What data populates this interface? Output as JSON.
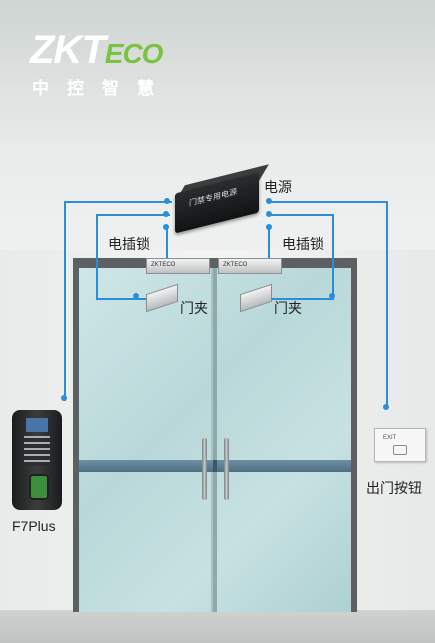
{
  "logo": {
    "brand_main": "ZKT",
    "brand_eco": "ECO",
    "subtitle": "中控智慧"
  },
  "power_box": {
    "text": "门禁专用电源"
  },
  "labels": {
    "power_supply": "电源",
    "electric_lock_left": "电插锁",
    "electric_lock_right": "电插锁",
    "door_clamp_left": "门夹",
    "door_clamp_right": "门夹",
    "reader_model": "F7Plus",
    "exit_button": "出门按钮"
  },
  "lock": {
    "text": "ZKTECO"
  },
  "exit_button_panel": {
    "text": "EXIT"
  },
  "colors": {
    "wire": "#2a8fd8",
    "brand_green": "#7cc242",
    "frame": "#5d6062"
  }
}
